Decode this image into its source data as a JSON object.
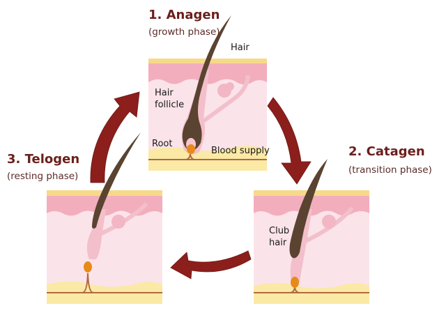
{
  "title": "Hair growth cycle",
  "colors": {
    "arrow": "#8c1f1c",
    "title_text": "#6b1f1c",
    "hair": "#5a4330",
    "skin_top": "#f7d98a",
    "epidermis": "#f2aebd",
    "dermis": "#fbe3ea",
    "fat": "#fbe9a6",
    "papilla": "#e88a1a"
  },
  "phases": [
    {
      "id": "anagen",
      "title": "1. Anagen",
      "subtitle": "(growth phase)",
      "labels": [
        "Hair",
        "Hair",
        "follicle",
        "Root",
        "Blood supply"
      ]
    },
    {
      "id": "catagen",
      "title": "2. Catagen",
      "subtitle": "(transition phase)",
      "labels": [
        "Club",
        "hair"
      ]
    },
    {
      "id": "telogen",
      "title": "3. Telogen",
      "subtitle": "(resting phase)",
      "labels": []
    }
  ],
  "cycle_arrows": [
    {
      "from": "anagen",
      "to": "catagen",
      "icon": "curved-arrow-icon"
    },
    {
      "from": "catagen",
      "to": "telogen",
      "icon": "curved-arrow-icon"
    },
    {
      "from": "telogen",
      "to": "anagen",
      "icon": "curved-arrow-icon"
    }
  ]
}
